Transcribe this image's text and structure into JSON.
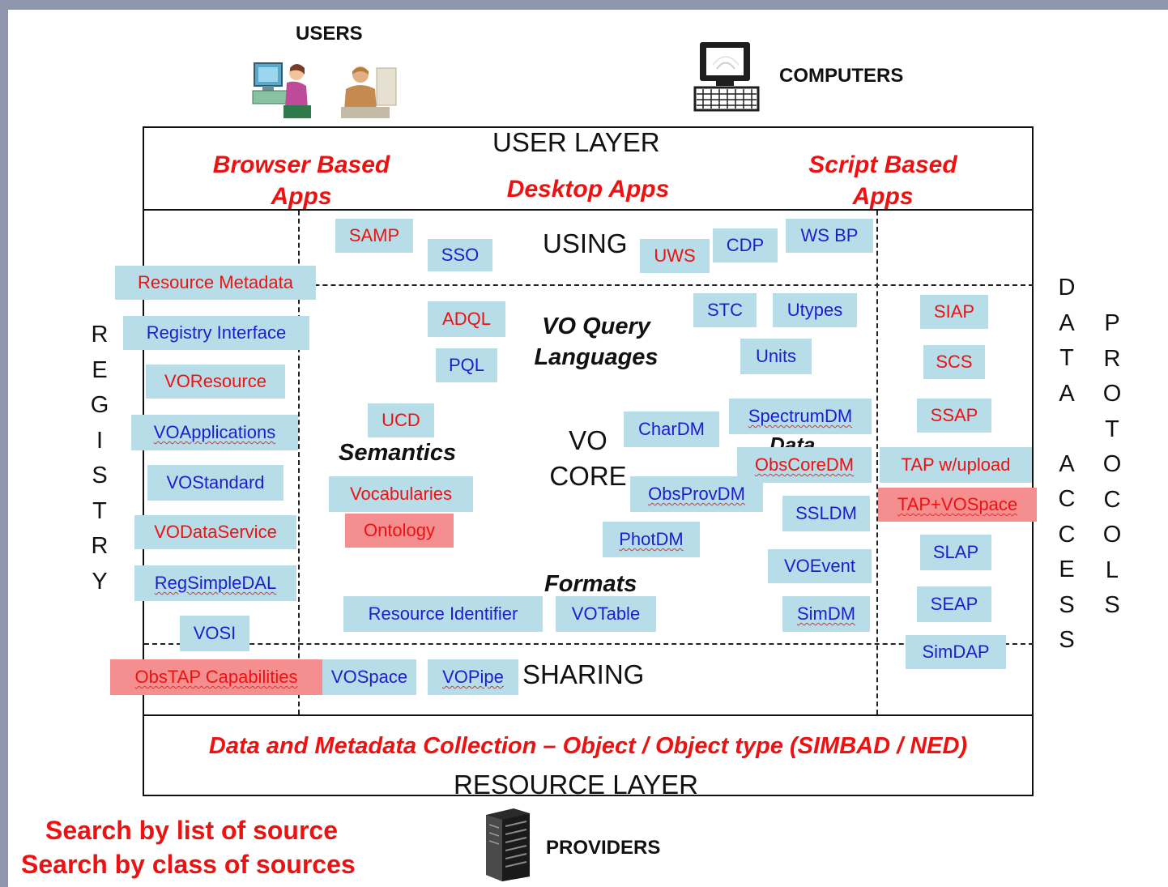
{
  "headers": {
    "users": "USERS",
    "computers": "COMPUTERS",
    "providers": "PROVIDERS"
  },
  "layers": {
    "user_layer": "USER LAYER",
    "resource_layer": "RESOURCE LAYER"
  },
  "user_apps": {
    "browser_1": "Browser Based",
    "browser_2": "Apps",
    "desktop": "Desktop Apps",
    "script_1": "Script Based",
    "script_2": "Apps"
  },
  "sections": {
    "using": "USING",
    "sharing": "SHARING",
    "vo_query_1": "VO Query",
    "vo_query_2": "Languages",
    "semantics": "Semantics",
    "vo_core_1": "VO",
    "vo_core_2": "CORE",
    "data": "Data",
    "formats": "Formats"
  },
  "registry_letters": [
    "R",
    "E",
    "G",
    "I",
    "S",
    "T",
    "R",
    "Y"
  ],
  "data_access_letters": [
    "D",
    "A",
    "T",
    "A",
    "",
    "",
    "A",
    "C",
    "C",
    "E",
    "S",
    "S"
  ],
  "protocols_letters": [
    "P",
    "R",
    "O",
    "T",
    "O",
    "C",
    "O",
    "L",
    "S"
  ],
  "resource_collection": "Data and Metadata Collection – Object / Object type (SIMBAD / NED)",
  "search": {
    "line1": "Search by list of source",
    "line2": "Search by class of sources"
  },
  "boxes": {
    "samp": "SAMP",
    "sso": "SSO",
    "uws": "UWS",
    "cdp": "CDP",
    "wsbp": "WS BP",
    "resource_metadata": "Resource Metadata",
    "registry_interface": "Registry Interface",
    "voresource": "VOResource",
    "voapplications": "VOApplications",
    "vostandard": "VOStandard",
    "vodataservice": "VODataService",
    "regsimpledal": "RegSimpleDAL",
    "vosi": "VOSI",
    "obstap_capabilities": "ObsTAP Capabilities",
    "vospace": "VOSpace",
    "vopipe": "VOPipe",
    "adql": "ADQL",
    "pql": "PQL",
    "ucd": "UCD",
    "vocabularies": "Vocabularies",
    "ontology": "Ontology",
    "stc": "STC",
    "utypes": "Utypes",
    "units": "Units",
    "chardm": "CharDM",
    "spectrumdm": "SpectrumDM",
    "obscoredm": "ObsCoreDM",
    "obsprovdm": "ObsProvDM",
    "ssldm": "SSLDM",
    "photdm": "PhotDM",
    "voevent": "VOEvent",
    "simdm": "SimDM",
    "resource_identifier": "Resource Identifier",
    "votable": "VOTable",
    "siap": "SIAP",
    "scs": "SCS",
    "ssap": "SSAP",
    "tap_upload": "TAP w/upload",
    "tap_vospace": "TAP+VOSpace",
    "slap": "SLAP",
    "seap": "SEAP",
    "simdap": "SimDAP"
  },
  "colors": {
    "page_border": "#8e96ad",
    "box_fill": "#b7dde8",
    "highlight_fill": "#f58f8f",
    "red_text": "#ee1111",
    "blue_text": "#1d1dcd"
  }
}
